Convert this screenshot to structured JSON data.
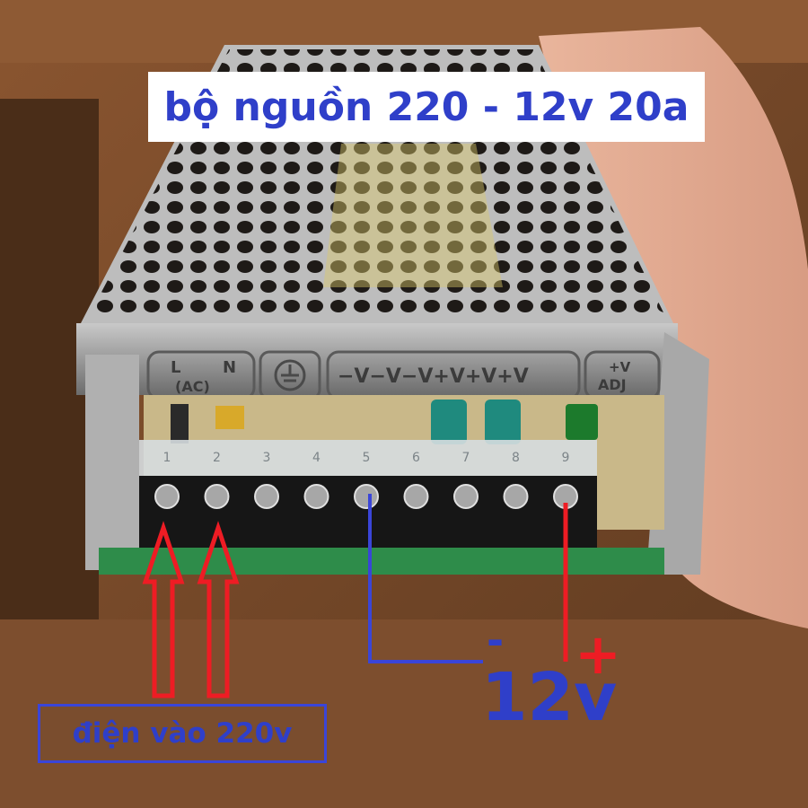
{
  "title": "bộ nguồn 220 - 12v 20a",
  "input_label": "điện vào 220v",
  "output_voltage_label": "12v",
  "minus_sign": "-",
  "plus_sign": "+",
  "panel_engravings": {
    "line": "L",
    "neutral": "N",
    "ac": "(AC)",
    "outputs": "−V−V−V+V+V+V",
    "adj_top": "+V",
    "adj_bottom": "ADJ"
  },
  "terminal_numbers": [
    "1",
    "2",
    "3",
    "4",
    "5",
    "6",
    "7",
    "8",
    "9"
  ],
  "colors": {
    "label_blue": "#2f3fc9",
    "arrow_red": "#ee1c24",
    "wire_blue": "#3a45d8"
  }
}
